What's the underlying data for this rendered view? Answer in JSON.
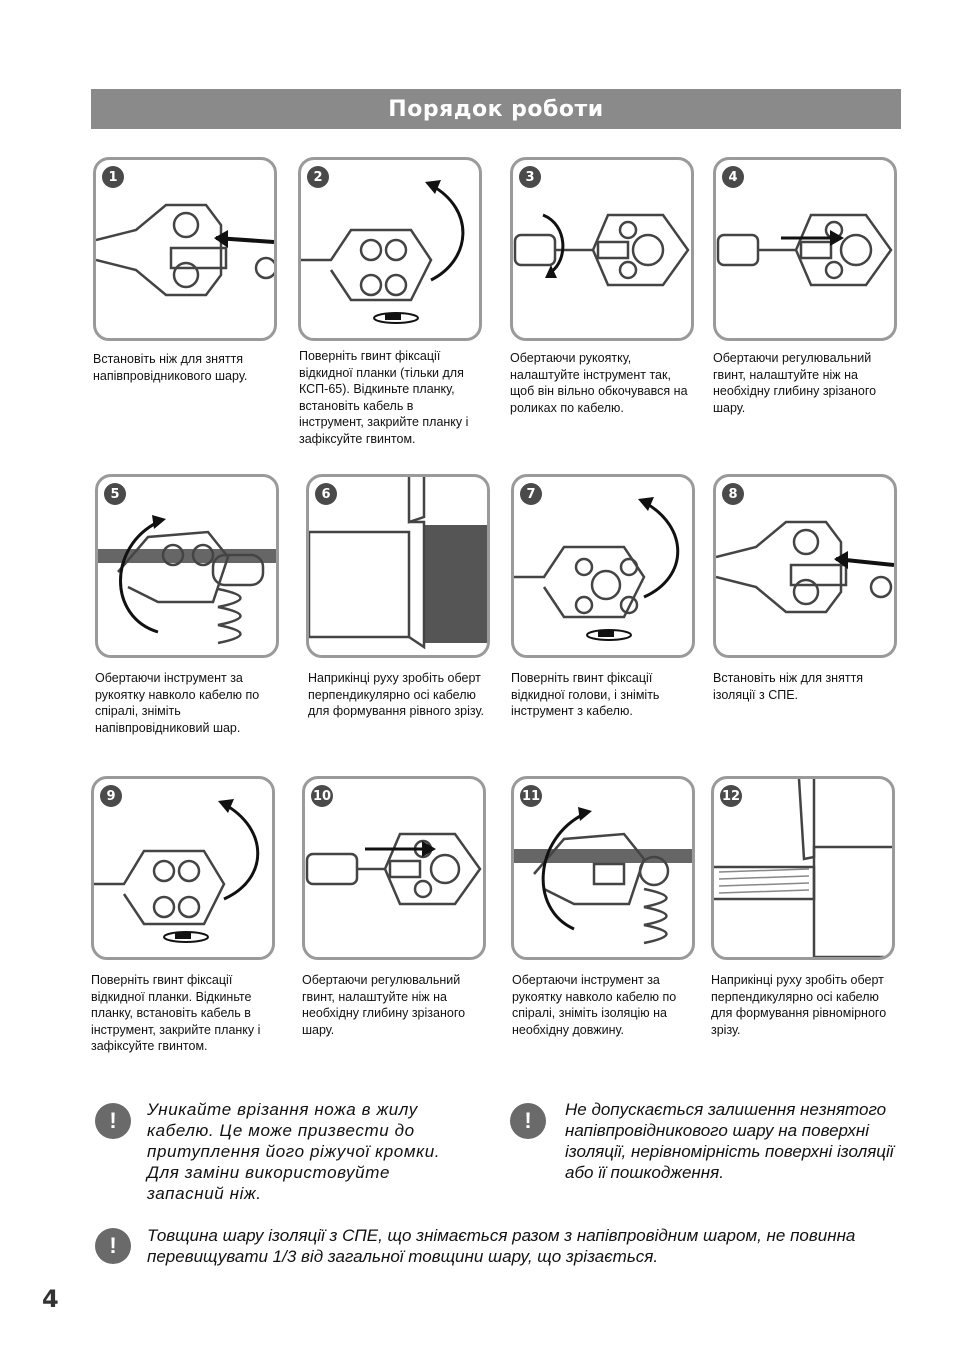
{
  "header": {
    "title": "Порядок роботи"
  },
  "steps": [
    {
      "number": "1",
      "caption": "Встановіть ніж для зняття напівпровідникового шару."
    },
    {
      "number": "2",
      "caption": "Поверніть гвинт фіксації відкидної планки (тільки для КСП-65). Відкиньте планку, встановіть кабель в інструмент, закрийте планку і зафіксуйте гвинтом."
    },
    {
      "number": "3",
      "caption": "Обертаючи рукоятку, налаштуйте інструмент так, щоб він вільно обкочувався на роликах по кабелю."
    },
    {
      "number": "4",
      "caption": "Обертаючи регулювальний гвинт, налаштуйте ніж на необхідну глибину зрізаного шару."
    },
    {
      "number": "5",
      "caption": "Обертаючи інструмент за рукоятку навколо кабелю по спіралі, зніміть напівпровідниковий шар."
    },
    {
      "number": "6",
      "caption": "Наприкінці руху зробіть оберт перпендикулярно осі кабелю для формування рівного зрізу."
    },
    {
      "number": "7",
      "caption": "Поверніть гвинт фіксації відкидної голови, і зніміть інструмент з кабелю."
    },
    {
      "number": "8",
      "caption": "Встановіть ніж для зняття ізоляції з СПЕ."
    },
    {
      "number": "9",
      "caption": "Поверніть гвинт фіксації відкидної планки. Відкиньте планку, встановіть кабель в інструмент, закрийте планку і зафіксуйте гвинтом."
    },
    {
      "number": "10",
      "caption": "Обертаючи регулювальний гвинт, налаштуйте ніж на необхідну глибину зрізаного шару."
    },
    {
      "number": "11",
      "caption": "Обертаючи інструмент за рукоятку навколо кабелю по спіралі, зніміть ізоляцію на необхідну довжину."
    },
    {
      "number": "12",
      "caption": "Наприкінці руху зробіть оберт перпендикулярно осі кабелю для формування рівномірного зрізу."
    }
  ],
  "warnings": {
    "icon": "!",
    "left": "Уникайте врізання ножа в жилу кабелю. Це може призвести до притуплення його ріжучої кромки. Для заміни використовуйте запасний ніж.",
    "right": "Не допускається залишення незнятого напівпровідникового шару на поверхні ізоляції, нерівномірність поверхні ізоляції або її пошкодження.",
    "bottom": "Товщина шару ізоляції з СПЕ, що знімається разом з напівпровідним шаром, не повинна перевищувати 1/3 від загальної товщини шару, що зрізається."
  },
  "page_number": "4",
  "icons": {
    "warning": "exclamation-icon",
    "step_badge": "step-number-badge"
  },
  "colors": {
    "header_bg": "#8a8a8a",
    "panel_border": "#9a9a9a",
    "badge_bg": "#4a4a4a",
    "warning_bg": "#6a6a6a"
  }
}
